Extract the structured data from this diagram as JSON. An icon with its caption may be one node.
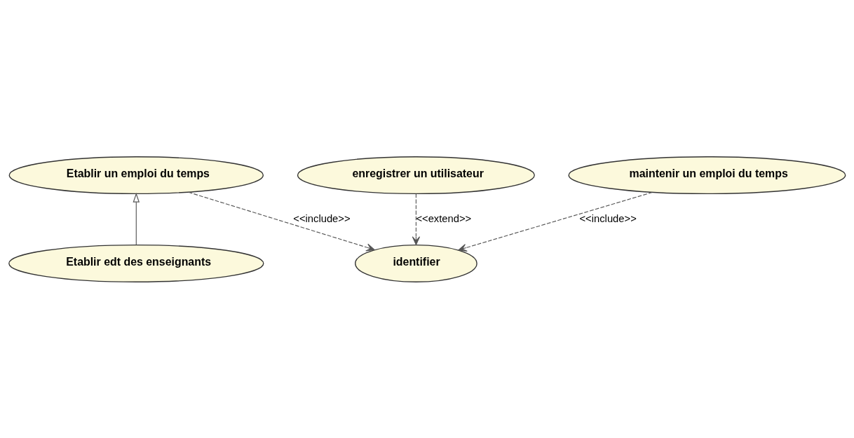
{
  "diagram": {
    "nodes": [
      {
        "text": [
          "Etablir un emploi du temps"
        ]
      },
      {
        "text": [
          "Etablir edt des enseignants"
        ]
      },
      {
        "text": [
          "identifier"
        ]
      },
      {
        "text": [
          "enregistrer un utilisateur"
        ]
      },
      {
        "text": [
          "maintenir un emploi du temps"
        ]
      }
    ],
    "edges": [
      {
        "from": 0,
        "to": 2,
        "arrow": "to",
        "style": "dashed",
        "label": "<<include>>"
      },
      {
        "from": 1,
        "to": 0,
        "arrow": "to"
      },
      {
        "from": 3,
        "to": 2,
        "arrow": "to",
        "style": "dashed",
        "label": "<<extend>>"
      },
      {
        "from": 4,
        "to": 2,
        "arrow": "to",
        "style": "dashed",
        "label": "<<include>>"
      }
    ]
  }
}
